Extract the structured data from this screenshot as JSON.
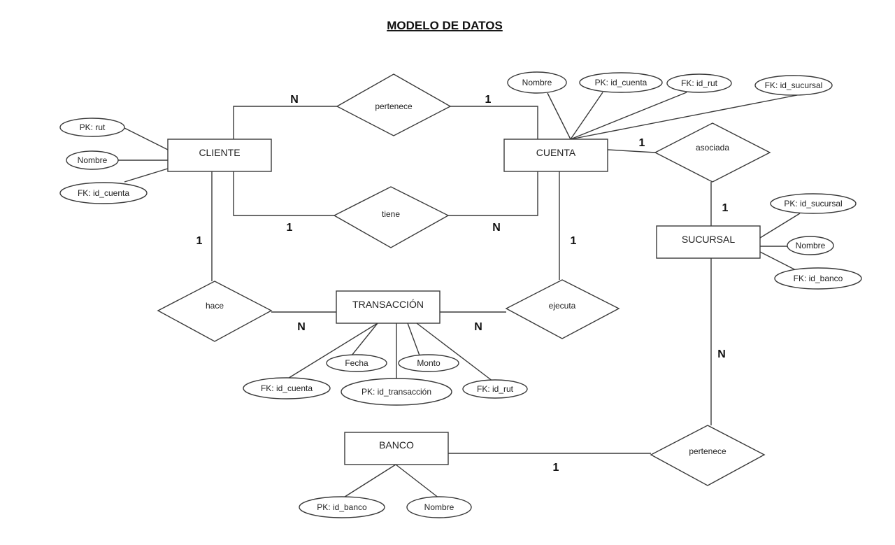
{
  "title": "MODELO DE DATOS",
  "entities": {
    "cliente": "CLIENTE",
    "cuenta": "CUENTA",
    "sucursal": "SUCURSAL",
    "transaccion": "TRANSACCIÓN",
    "banco": "BANCO"
  },
  "relationships": {
    "pertenece_top": "pertenece",
    "tiene": "tiene",
    "asociada": "asociada",
    "hace": "hace",
    "ejecuta": "ejecuta",
    "pertenece_bottom": "pertenece"
  },
  "attributes": {
    "cliente_pk_rut": "PK: rut",
    "cliente_nombre": "Nombre",
    "cliente_fk_id_cuenta": "FK: id_cuenta",
    "cuenta_nombre": "Nombre",
    "cuenta_pk_id_cuenta": "PK: id_cuenta",
    "cuenta_fk_id_rut": "FK: id_rut",
    "cuenta_fk_id_sucursal": "FK: id_sucursal",
    "sucursal_pk_id_sucursal": "PK: id_sucursal",
    "sucursal_nombre": "Nombre",
    "sucursal_fk_id_banco": "FK: id_banco",
    "trans_fecha": "Fecha",
    "trans_monto": "Monto",
    "trans_fk_id_cuenta": "FK: id_cuenta",
    "trans_pk_id_transaccion": "PK: id_transacción",
    "trans_fk_id_rut": "FK: id_rut",
    "banco_pk_id_banco": "PK: id_banco",
    "banco_nombre": "Nombre"
  },
  "cardinalities": {
    "pertenece_cliente": "N",
    "pertenece_cuenta": "1",
    "tiene_cliente": "1",
    "tiene_cuenta": "N",
    "asociada_cuenta": "1",
    "asociada_sucursal": "1",
    "hace_cliente": "1",
    "hace_transaccion": "N",
    "ejecuta_cuenta": "1",
    "ejecuta_transaccion": "N",
    "pertenece_sucursal": "N",
    "pertenece_banco": "1"
  }
}
